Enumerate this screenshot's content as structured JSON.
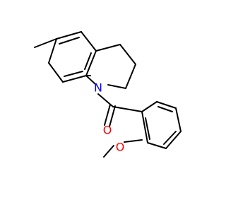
{
  "atoms": {
    "nitrogen": {
      "label": "N",
      "color": "#0000ff"
    },
    "carbonyl_oxygen": {
      "label": "O",
      "color": "#ff0000"
    },
    "ether_oxygen": {
      "label": "O",
      "color": "#ff0000"
    }
  },
  "colors": {
    "bond": "#000000",
    "background": "#ffffff"
  }
}
